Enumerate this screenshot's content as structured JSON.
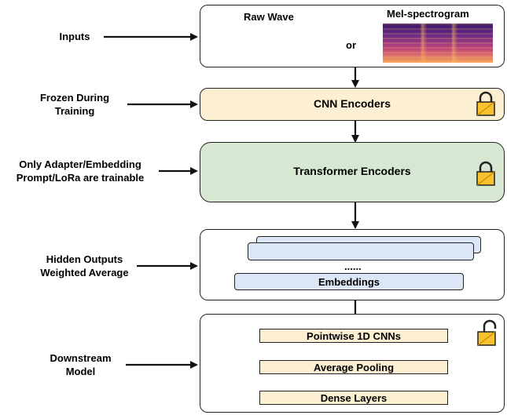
{
  "labels": {
    "inputs": "Inputs",
    "frozen_line1": "Frozen During",
    "frozen_line2": "Training",
    "trainable_line1": "Only Adapter/Embedding",
    "trainable_line2": "Prompt/LoRa are trainable",
    "hidden_line1": "Hidden Outputs",
    "hidden_line2": "Weighted Average",
    "downstream_line1": "Downstream",
    "downstream_line2": "Model"
  },
  "input_box": {
    "raw_wave_title": "Raw Wave",
    "mel_title": "Mel-spectrogram",
    "or_text": "or"
  },
  "cnn_encoders": {
    "label": "CNN Encoders",
    "icon": "lock-icon"
  },
  "transformer_encoders": {
    "label": "Transformer Encoders",
    "icon": "lock-icon"
  },
  "hidden_outputs": {
    "ellipsis": "......",
    "embeddings_label": "Embeddings"
  },
  "downstream": {
    "pointwise_label": "Pointwise 1D CNNs",
    "pooling_label": "Average Pooling",
    "dense_label": "Dense Layers",
    "icon": "unlocked-lock-icon"
  },
  "colors": {
    "cnn_fill": "#fdf0d2",
    "transformer_fill": "#d6e8d2",
    "embedding_fill": "#dbe7f7",
    "downstream_fill": "#fdf0d2",
    "lock_fill": "#f8c22e"
  }
}
